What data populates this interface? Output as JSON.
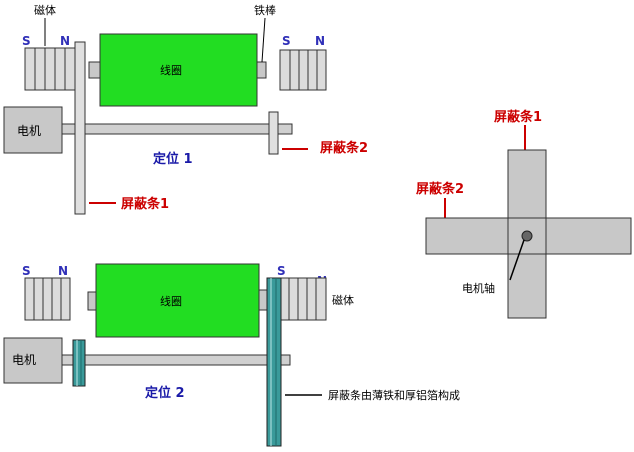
{
  "colors": {
    "pole": "#3030b8",
    "red_label": "#cc0000",
    "blue_label": "#1a1aa8",
    "coil": "#22dd22",
    "motor": "#c8c8c8",
    "shaft": "#d0d0d0",
    "shield_thin": "#e0e0e0",
    "shield_thick": "#3a9a9a",
    "magnet": "#dcdcdc"
  },
  "top": {
    "magnet_label": "磁体",
    "iron_rod_label": "铁棒",
    "pole_s_left": "S",
    "pole_n_left": "N",
    "pole_s_right": "S",
    "pole_n_right": "N",
    "coil_label": "线圈",
    "motor_label": "电机",
    "position_label": "定位  1",
    "shield2_label": "屏蔽条2",
    "shield1_label": "屏蔽条1"
  },
  "bottom": {
    "pole_s_left": "S",
    "pole_n_left": "N",
    "pole_s_right": "S",
    "pole_n_right": "N",
    "coil_label": "线圈",
    "motor_label": "电机",
    "magnet_label": "磁体",
    "position_label": "定位  2",
    "note_label": "屏蔽条由薄铁和厚铝箔构成"
  },
  "cross": {
    "shield1_label": "屏蔽条1",
    "shield2_label": "屏蔽条2",
    "axis_label": "电机轴"
  }
}
